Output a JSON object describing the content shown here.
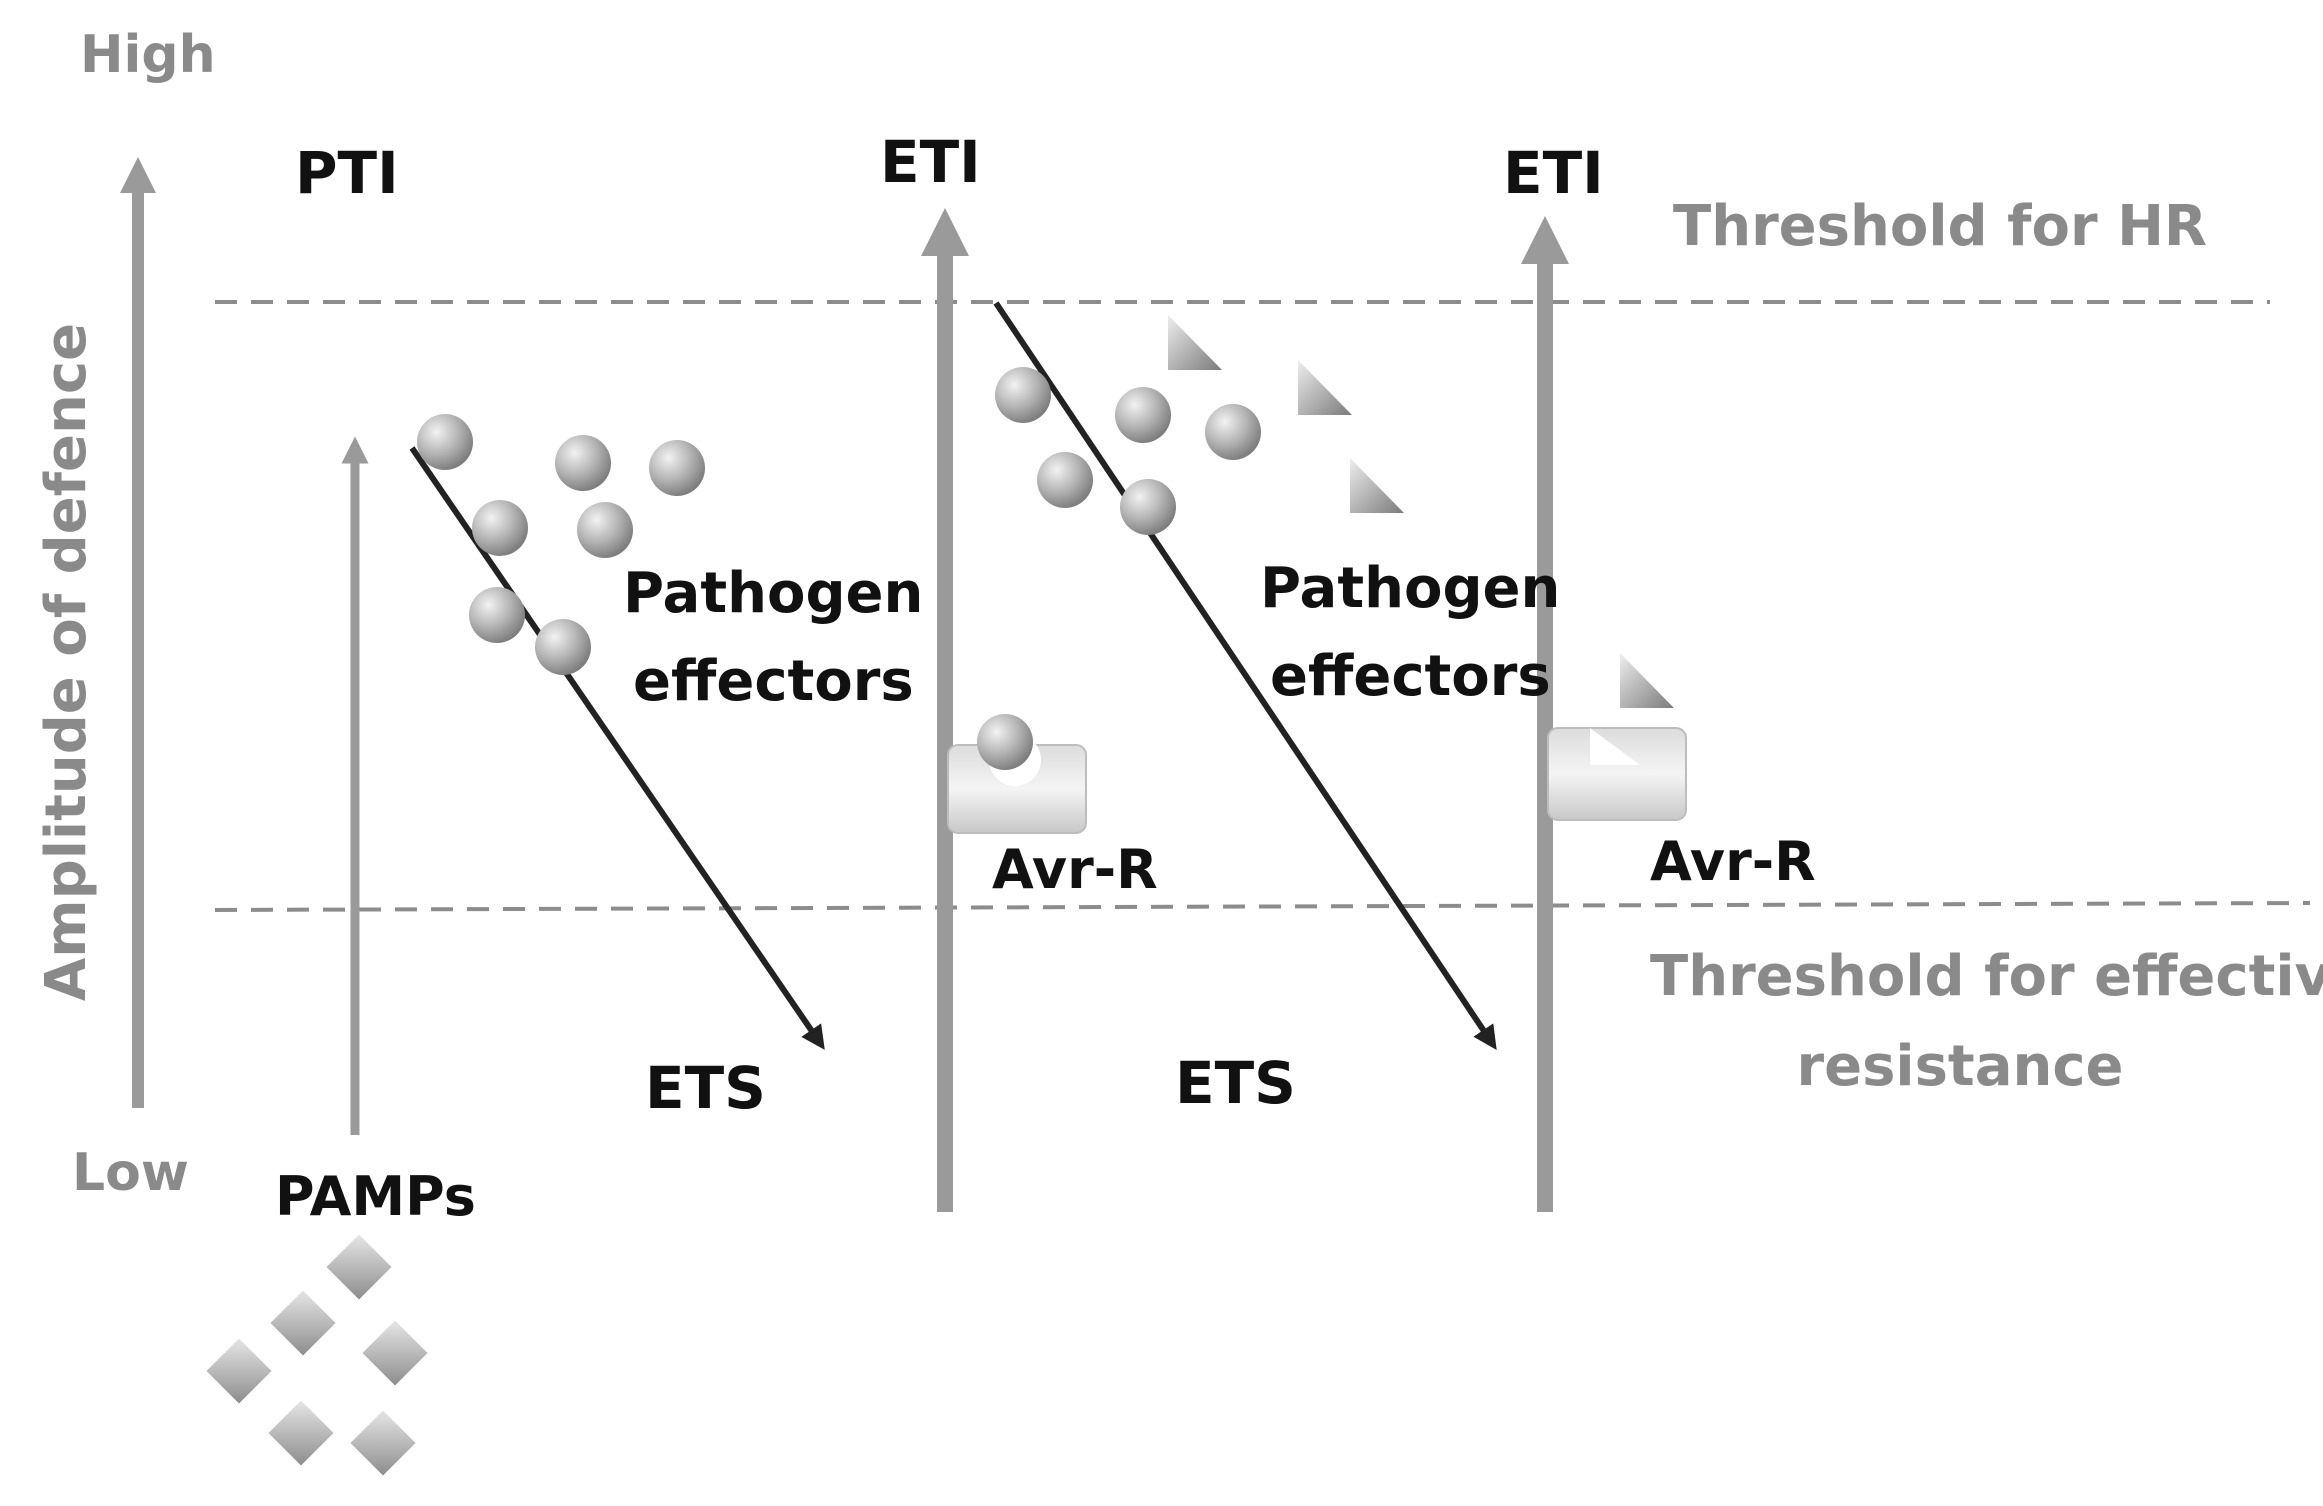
{
  "axis": {
    "high_label": "High",
    "low_label": "Low",
    "y_label": "Amplitude of defence"
  },
  "phases": {
    "pti": "PTI",
    "eti_1": "ETI",
    "eti_2": "ETI",
    "ets_1": "ETS",
    "ets_2": "ETS"
  },
  "thresholds": {
    "hr": "Threshold for HR",
    "resistance_line1": "Threshold for effective",
    "resistance_line2": "resistance"
  },
  "effectors": {
    "group1_line1": "Pathogen",
    "group1_line2": "effectors",
    "group2_line1": "Pathogen",
    "group2_line2": "effectors"
  },
  "receptors": {
    "avr_r_1": "Avr-R",
    "avr_r_2": "Avr-R"
  },
  "pamps_label": "PAMPs",
  "colors": {
    "arrow_gray": "#9a9a9a",
    "arrow_dark": "#222222",
    "threshold_line": "#8c8c8c",
    "label_gray": "#8a8a8a",
    "label_black": "#111111"
  }
}
